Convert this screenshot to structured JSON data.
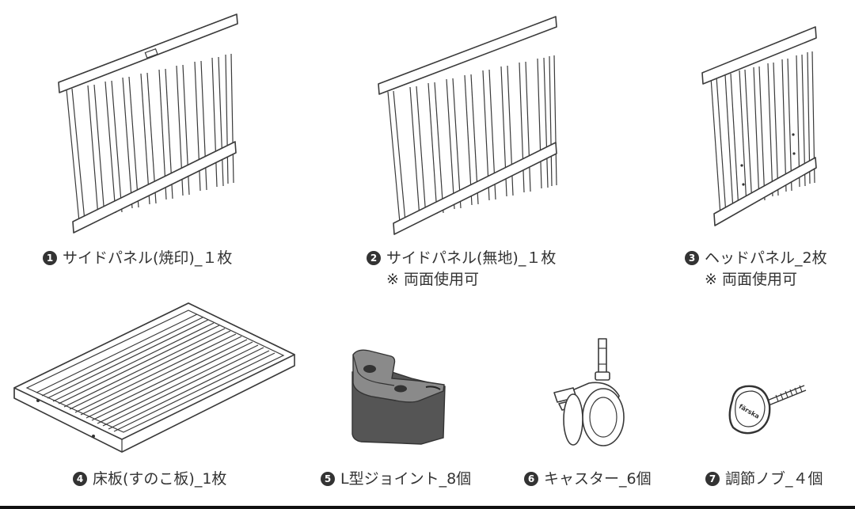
{
  "parts": [
    {
      "number": "1",
      "label": "サイドパネル(焼印)_１枚",
      "icon": "side-panel-branded-icon"
    },
    {
      "number": "2",
      "label": "サイドパネル(無地)_１枚",
      "note": "※ 両面使用可",
      "icon": "side-panel-plain-icon"
    },
    {
      "number": "3",
      "label": "ヘッドパネル_2枚",
      "note": "※ 両面使用可",
      "icon": "head-panel-icon"
    },
    {
      "number": "4",
      "label": "床板(すのこ板)_1枚",
      "icon": "floor-board-icon"
    },
    {
      "number": "5",
      "label": "L型ジョイント_8個",
      "icon": "l-joint-icon"
    },
    {
      "number": "6",
      "label": "キャスター_6個",
      "icon": "caster-icon"
    },
    {
      "number": "7",
      "label": "調節ノブ_４個",
      "icon": "adjust-knob-icon"
    }
  ],
  "knob_logo_text": "fărska"
}
